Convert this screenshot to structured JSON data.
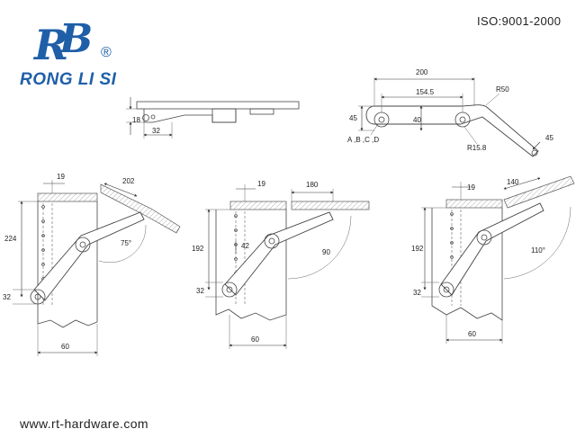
{
  "brand": {
    "monogram": "RB",
    "name": "RONG LI SI",
    "registered_mark": "®",
    "color": "#1f5fa8"
  },
  "certification": "ISO:9001-2000",
  "website": "www.rt-hardware.com",
  "dimensions": {
    "top_left": {
      "d18": "18",
      "d32": "32"
    },
    "top_right": {
      "d200": "200",
      "d154_5": "154.5",
      "d45": "45",
      "d40": "40",
      "r50": "R50",
      "r15_8": "R15.8",
      "d45b": "45",
      "holes": "A ,B ,C ,D"
    },
    "view_1": {
      "d19": "19",
      "d202": "202",
      "d224": "224",
      "angle": "75°",
      "d32": "32",
      "d60": "60"
    },
    "view_2": {
      "d19": "19",
      "d180": "180",
      "d192": "192",
      "d42": "42",
      "angle": "90",
      "d32": "32",
      "d60": "60"
    },
    "view_3": {
      "d19": "19",
      "d140": "140",
      "d192": "192",
      "angle": "110°",
      "d32": "32",
      "d60": "60"
    }
  }
}
